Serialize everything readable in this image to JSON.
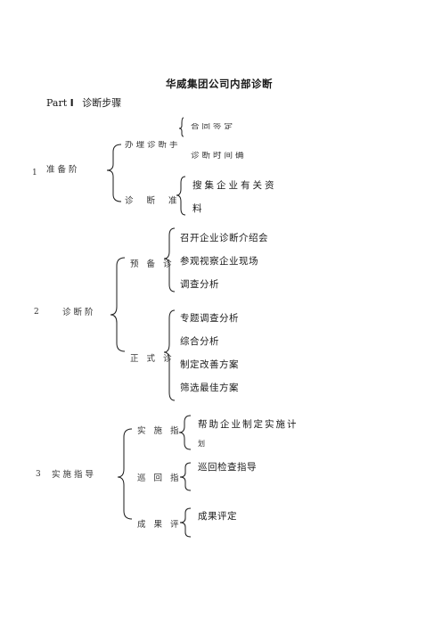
{
  "title": "华威集团公司内部诊断",
  "part": {
    "label": "Part",
    "numeral": "Ⅰ",
    "text": "诊断步骤"
  },
  "stage1": {
    "number": "1",
    "label": "准备阶",
    "branch_a": {
      "label": "办理诊断手",
      "items": [
        "合同签定",
        "诊断时间确"
      ]
    },
    "branch_b": {
      "label": "诊 断 准",
      "items": [
        "搜集企业有关资",
        "料"
      ]
    }
  },
  "stage2": {
    "number": "2",
    "label": "诊断阶",
    "branch_a": {
      "label": "预 备 诊",
      "items": [
        "召开企业诊断介绍会",
        "参观视察企业现场",
        "调查分析"
      ]
    },
    "branch_b": {
      "label": "正 式 诊",
      "items": [
        "专题调查分析",
        "综合分析",
        "制定改善方案",
        "筛选最佳方案"
      ]
    }
  },
  "stage3": {
    "number": "3",
    "label": "实施指导",
    "branch_a": {
      "label": "实 施 指",
      "items": [
        "帮助企业制定实施计",
        "划"
      ]
    },
    "branch_b": {
      "label": "巡 回 指",
      "items": [
        "巡回检查指导"
      ]
    },
    "branch_c": {
      "label": "成 果 评",
      "items": [
        "成果评定"
      ]
    }
  }
}
